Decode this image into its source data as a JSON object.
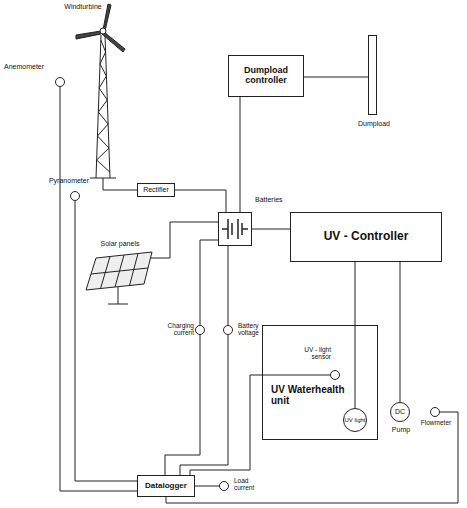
{
  "diagram": {
    "nodes": [
      {
        "text": [
          "Dumpload controller"
        ]
      },
      {
        "text": [
          "Dumpload"
        ]
      },
      {
        "text": [
          "Rectifier"
        ]
      },
      {
        "text": [
          "Batteries"
        ]
      },
      {
        "text": [
          "UV - Controller"
        ]
      },
      {
        "text": [
          "UV Waterhealth unit"
        ]
      },
      {
        "text": [
          "UV light"
        ],
        "in": 5
      },
      {
        "text": [
          "UV - light sensor"
        ],
        "in": 5
      },
      {
        "text": [
          "Anemometer"
        ]
      },
      {
        "text": [
          "Pyranometer"
        ]
      },
      {
        "text": [
          "Charging current"
        ]
      },
      {
        "text": [
          "Battery voltage"
        ]
      },
      {
        "text": [
          "DC",
          "Pump"
        ]
      },
      {
        "text": [
          "Flowmeter"
        ]
      },
      {
        "text": [
          "Datalogger"
        ]
      },
      {
        "text": [
          "Load current"
        ]
      }
    ],
    "edges": [
      {
        "from": 0,
        "to": 1,
        "arrow": "none"
      },
      {
        "from": 0,
        "to": 3,
        "arrow": "none"
      },
      {
        "from": 2,
        "to": 3,
        "arrow": "none"
      },
      {
        "from": 3,
        "to": 4,
        "arrow": "none"
      },
      {
        "from": 4,
        "to": 6,
        "arrow": "none"
      },
      {
        "from": 4,
        "to": 12,
        "arrow": "none"
      },
      {
        "from": 3,
        "to": 10,
        "arrow": "none"
      },
      {
        "from": 3,
        "to": 11,
        "arrow": "none"
      },
      {
        "from": 8,
        "to": 14,
        "arrow": "none"
      },
      {
        "from": 9,
        "to": 14,
        "arrow": "none"
      },
      {
        "from": 10,
        "to": 14,
        "arrow": "none"
      },
      {
        "from": 11,
        "to": 14,
        "arrow": "none"
      },
      {
        "from": 7,
        "to": 14,
        "arrow": "none"
      },
      {
        "from": 15,
        "to": 14,
        "arrow": "none"
      },
      {
        "from": 13,
        "to": 14,
        "arrow": "none"
      }
    ],
    "labels": [
      "Windturbine",
      "Solar panels"
    ]
  }
}
